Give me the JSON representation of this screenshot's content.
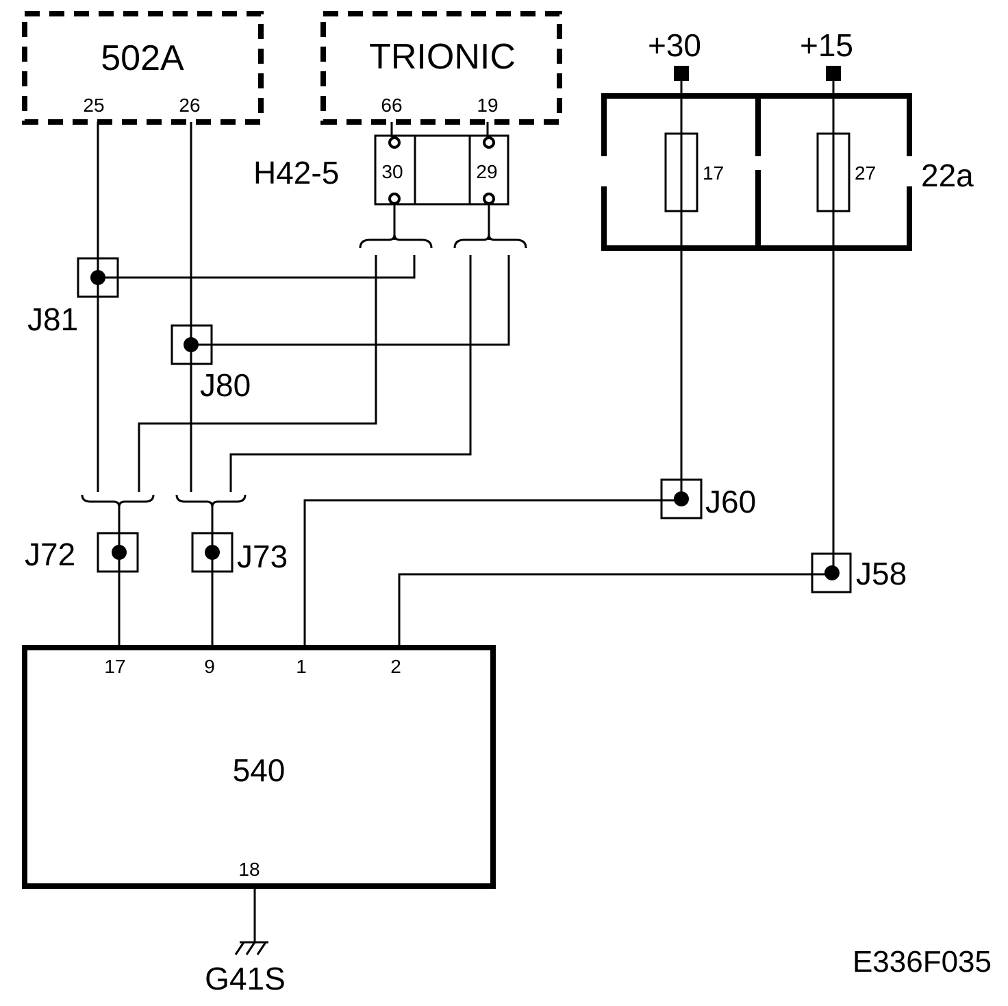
{
  "components": {
    "module_502a": "502A",
    "trionic": "TRIONIC",
    "h42": "H42-5",
    "fusebox": "22a",
    "module_540": "540",
    "ground": "G41S"
  },
  "pins": {
    "p25": "25",
    "p26": "26",
    "p66": "66",
    "p19": "19",
    "h30": "30",
    "h29": "29",
    "f17": "17",
    "f27": "27",
    "m17": "17",
    "m9": "9",
    "m1": "1",
    "m2": "2",
    "m18": "18"
  },
  "supplies": {
    "plus30": "+30",
    "plus15": "+15"
  },
  "junctions": {
    "j81": "J81",
    "j80": "J80",
    "j72": "J72",
    "j73": "J73",
    "j60": "J60",
    "j58": "J58"
  },
  "figure_code": "E336F035"
}
